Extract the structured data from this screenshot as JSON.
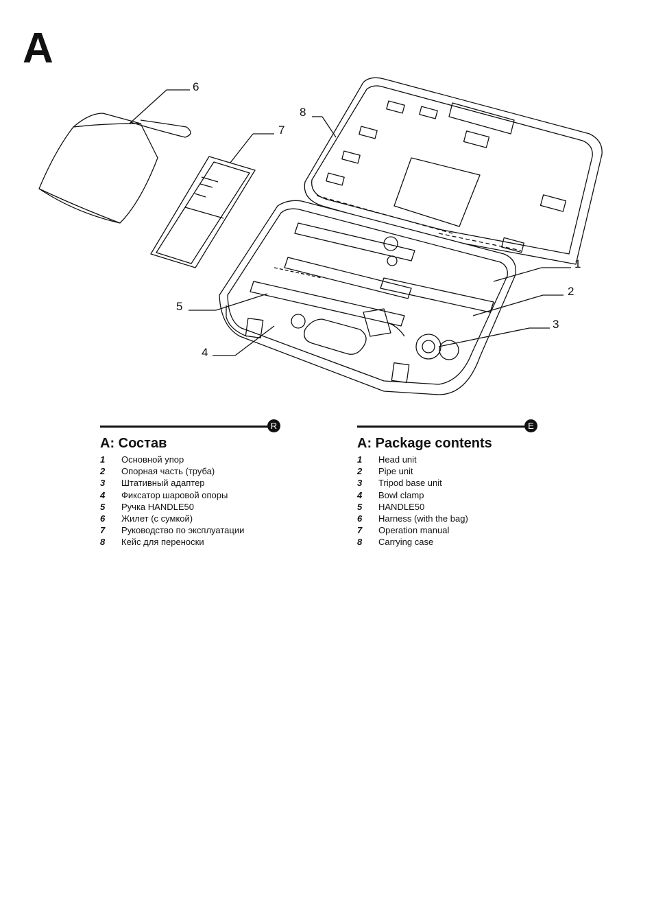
{
  "figure_letter": "A",
  "callouts": [
    "1",
    "2",
    "3",
    "4",
    "5",
    "6",
    "7",
    "8"
  ],
  "ru": {
    "badge": "R",
    "title": "A: Состав",
    "items": [
      {
        "num": "1",
        "text": "Основной упор"
      },
      {
        "num": "2",
        "text": "Опорная часть (труба)"
      },
      {
        "num": "3",
        "text": "Штативный адаптер"
      },
      {
        "num": "4",
        "text": "Фиксатор шаровой опоры"
      },
      {
        "num": "5",
        "text": "Ручка HANDLE50"
      },
      {
        "num": "6",
        "text": "Жилет (с сумкой)"
      },
      {
        "num": "7",
        "text": "Руководство по эксплуатации"
      },
      {
        "num": "8",
        "text": "Кейс для переноски"
      }
    ]
  },
  "en": {
    "badge": "E",
    "title": "A: Package contents",
    "items": [
      {
        "num": "1",
        "text": "Head unit"
      },
      {
        "num": "2",
        "text": "Pipe unit"
      },
      {
        "num": "3",
        "text": "Tripod base unit"
      },
      {
        "num": "4",
        "text": "Bowl clamp"
      },
      {
        "num": "5",
        "text": "HANDLE50"
      },
      {
        "num": "6",
        "text": "Harness (with the bag)"
      },
      {
        "num": "7",
        "text": "Operation manual"
      },
      {
        "num": "8",
        "text": "Carrying case"
      }
    ]
  }
}
